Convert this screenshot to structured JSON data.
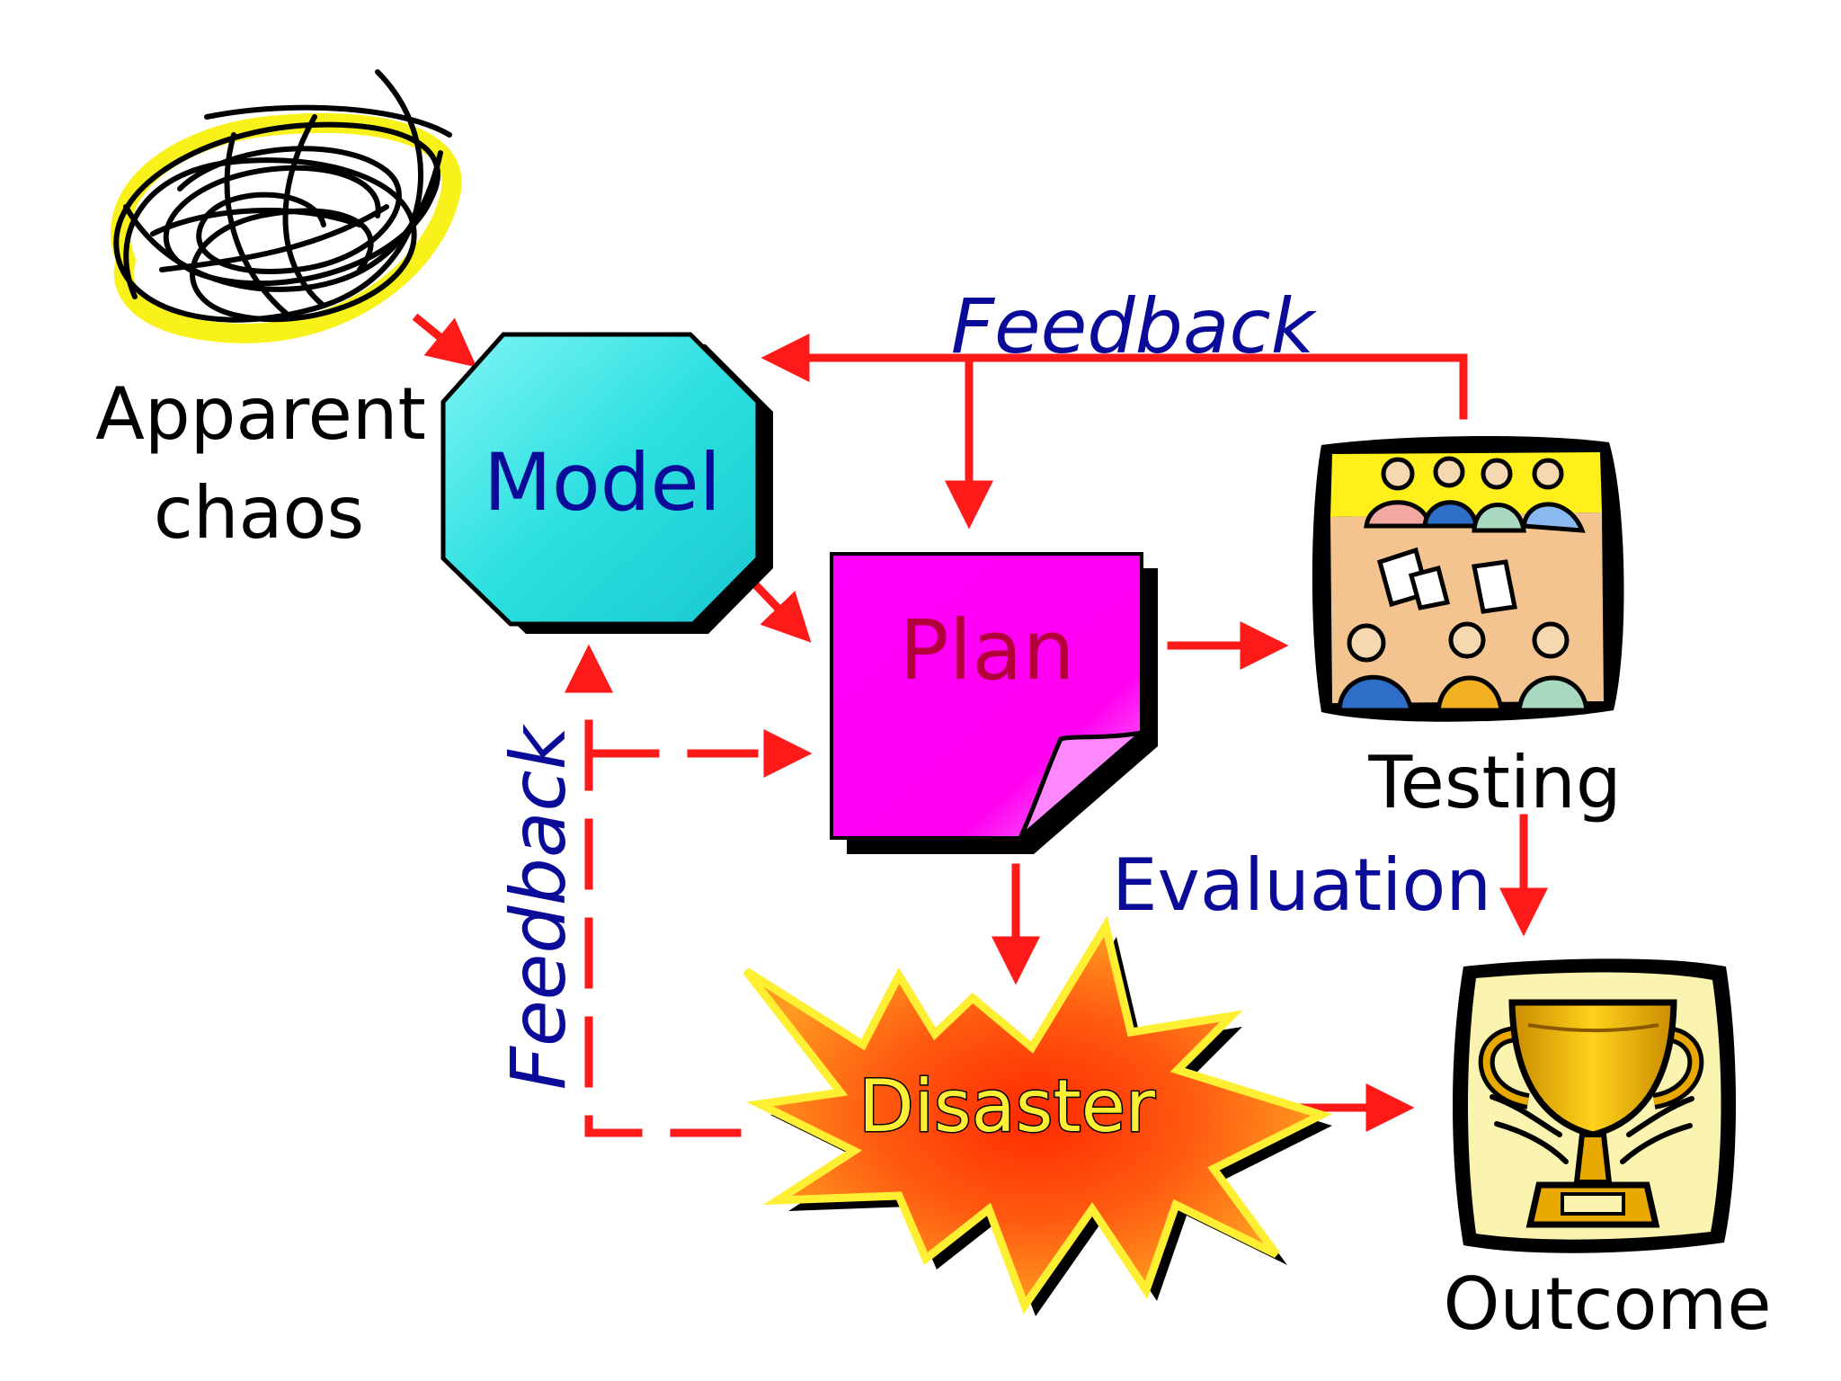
{
  "labels": {
    "chaos_line1": "Apparent",
    "chaos_line2": "chaos",
    "model": "Model",
    "plan": "Plan",
    "testing": "Testing",
    "evaluation": "Evaluation",
    "disaster": "Disaster",
    "outcome": "Outcome",
    "feedback_top": "Feedback",
    "feedback_left": "Feedback"
  },
  "colors": {
    "arrow": "#ff1a1a",
    "model_fill": "#33e6e6",
    "plan_fill": "#ff00ff",
    "plan_text": "#b3003c",
    "blue_text": "#0b0b9a",
    "black_text": "#000000",
    "disaster_fill": "#ff4a12",
    "disaster_text": "#ffef33",
    "chaos_highlight": "#f8f21a"
  },
  "icons": {
    "chaos": "scribble-icon",
    "testing": "meeting-people-icon",
    "outcome": "trophy-icon"
  }
}
